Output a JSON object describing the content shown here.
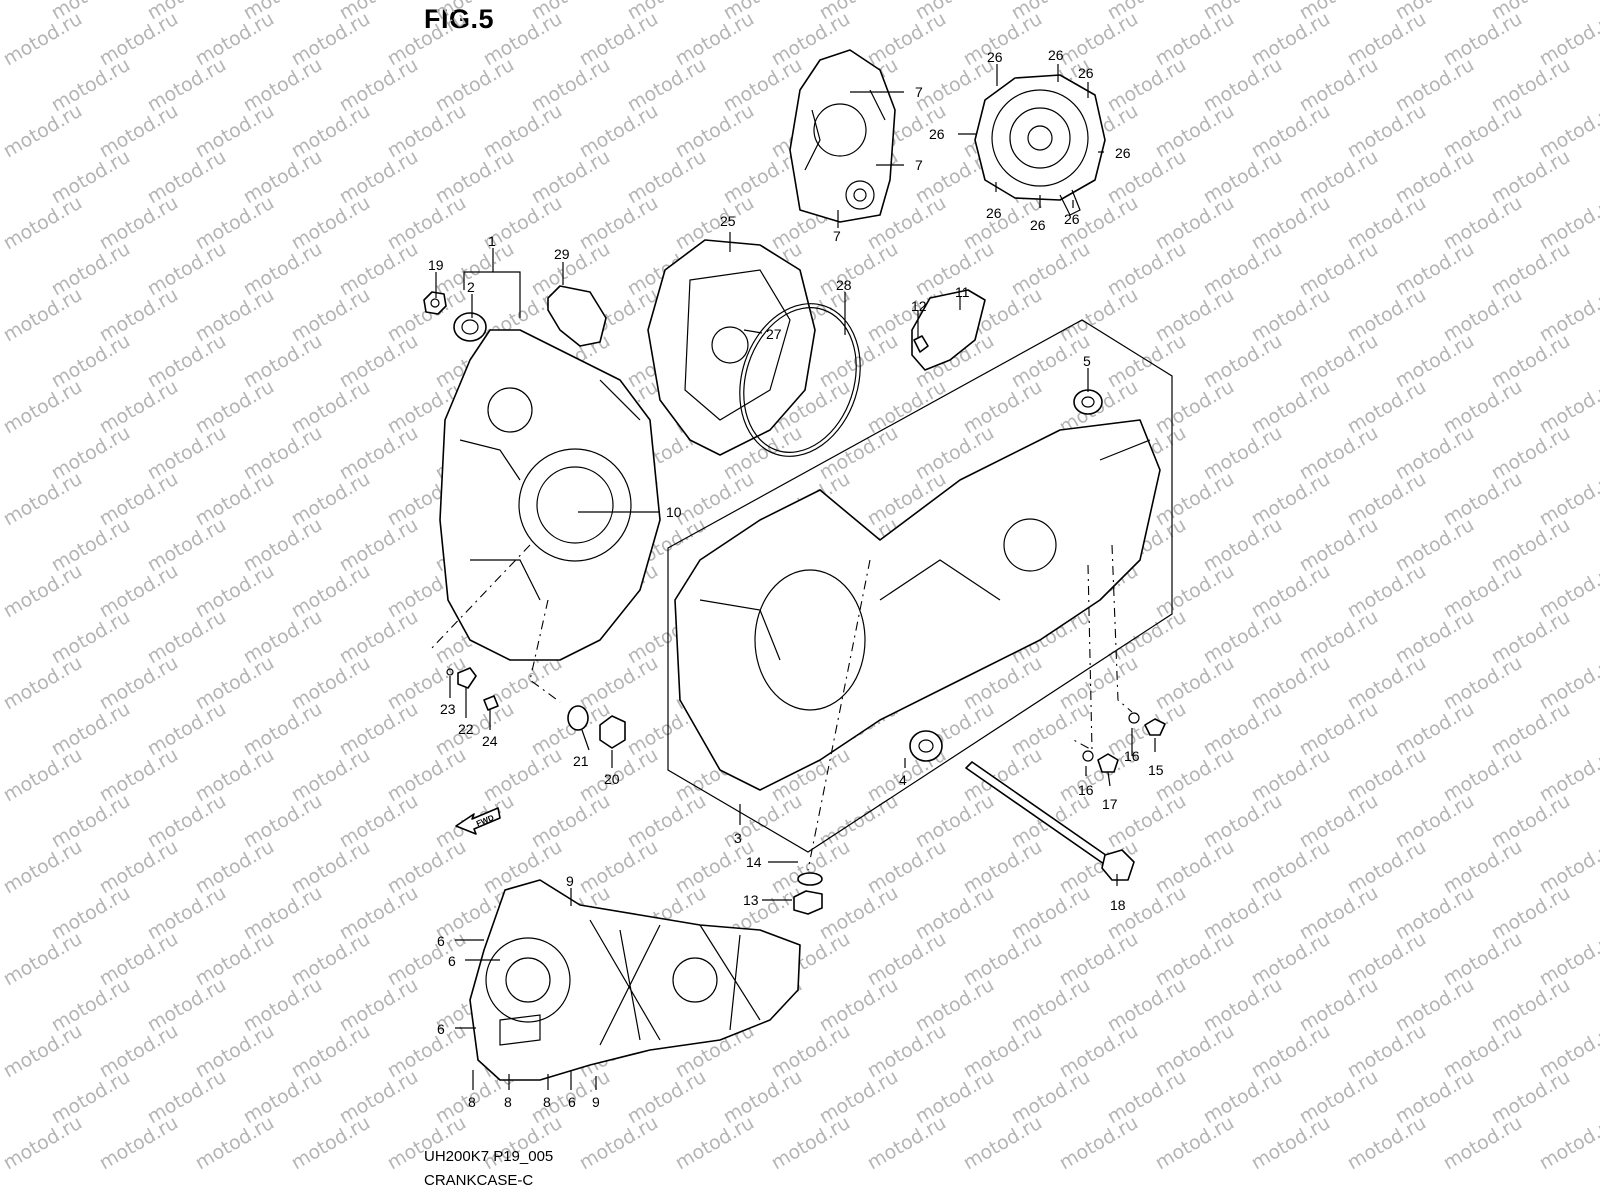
{
  "figure": {
    "title": "FIG.5",
    "code": "UH200K7 P19_005",
    "name": "CRANKCASE-C",
    "watermark": "motod.ru",
    "fwd_mark": "FWD"
  },
  "callouts": [
    {
      "id": "c1",
      "text": "1"
    },
    {
      "id": "c2",
      "text": "2"
    },
    {
      "id": "c3",
      "text": "3"
    },
    {
      "id": "c4",
      "text": "4"
    },
    {
      "id": "c5",
      "text": "5"
    },
    {
      "id": "c6a",
      "text": "6"
    },
    {
      "id": "c6b",
      "text": "6"
    },
    {
      "id": "c6c",
      "text": "6"
    },
    {
      "id": "c6d",
      "text": "6"
    },
    {
      "id": "c7a",
      "text": "7"
    },
    {
      "id": "c7b",
      "text": "7"
    },
    {
      "id": "c7c",
      "text": "7"
    },
    {
      "id": "c8a",
      "text": "8"
    },
    {
      "id": "c8b",
      "text": "8"
    },
    {
      "id": "c8c",
      "text": "8"
    },
    {
      "id": "c9a",
      "text": "9"
    },
    {
      "id": "c9b",
      "text": "9"
    },
    {
      "id": "c10",
      "text": "10"
    },
    {
      "id": "c11",
      "text": "11"
    },
    {
      "id": "c12",
      "text": "12"
    },
    {
      "id": "c13",
      "text": "13"
    },
    {
      "id": "c14",
      "text": "14"
    },
    {
      "id": "c15",
      "text": "15"
    },
    {
      "id": "c16a",
      "text": "16"
    },
    {
      "id": "c16b",
      "text": "16"
    },
    {
      "id": "c17",
      "text": "17"
    },
    {
      "id": "c18",
      "text": "18"
    },
    {
      "id": "c19",
      "text": "19"
    },
    {
      "id": "c20",
      "text": "20"
    },
    {
      "id": "c21",
      "text": "21"
    },
    {
      "id": "c22",
      "text": "22"
    },
    {
      "id": "c23",
      "text": "23"
    },
    {
      "id": "c24",
      "text": "24"
    },
    {
      "id": "c25",
      "text": "25"
    },
    {
      "id": "c26a",
      "text": "26"
    },
    {
      "id": "c26b",
      "text": "26"
    },
    {
      "id": "c26c",
      "text": "26"
    },
    {
      "id": "c26d",
      "text": "26"
    },
    {
      "id": "c26e",
      "text": "26"
    },
    {
      "id": "c26f",
      "text": "26"
    },
    {
      "id": "c26g",
      "text": "26"
    },
    {
      "id": "c26h",
      "text": "26"
    },
    {
      "id": "c27",
      "text": "27"
    },
    {
      "id": "c28",
      "text": "28"
    },
    {
      "id": "c29",
      "text": "29"
    }
  ]
}
